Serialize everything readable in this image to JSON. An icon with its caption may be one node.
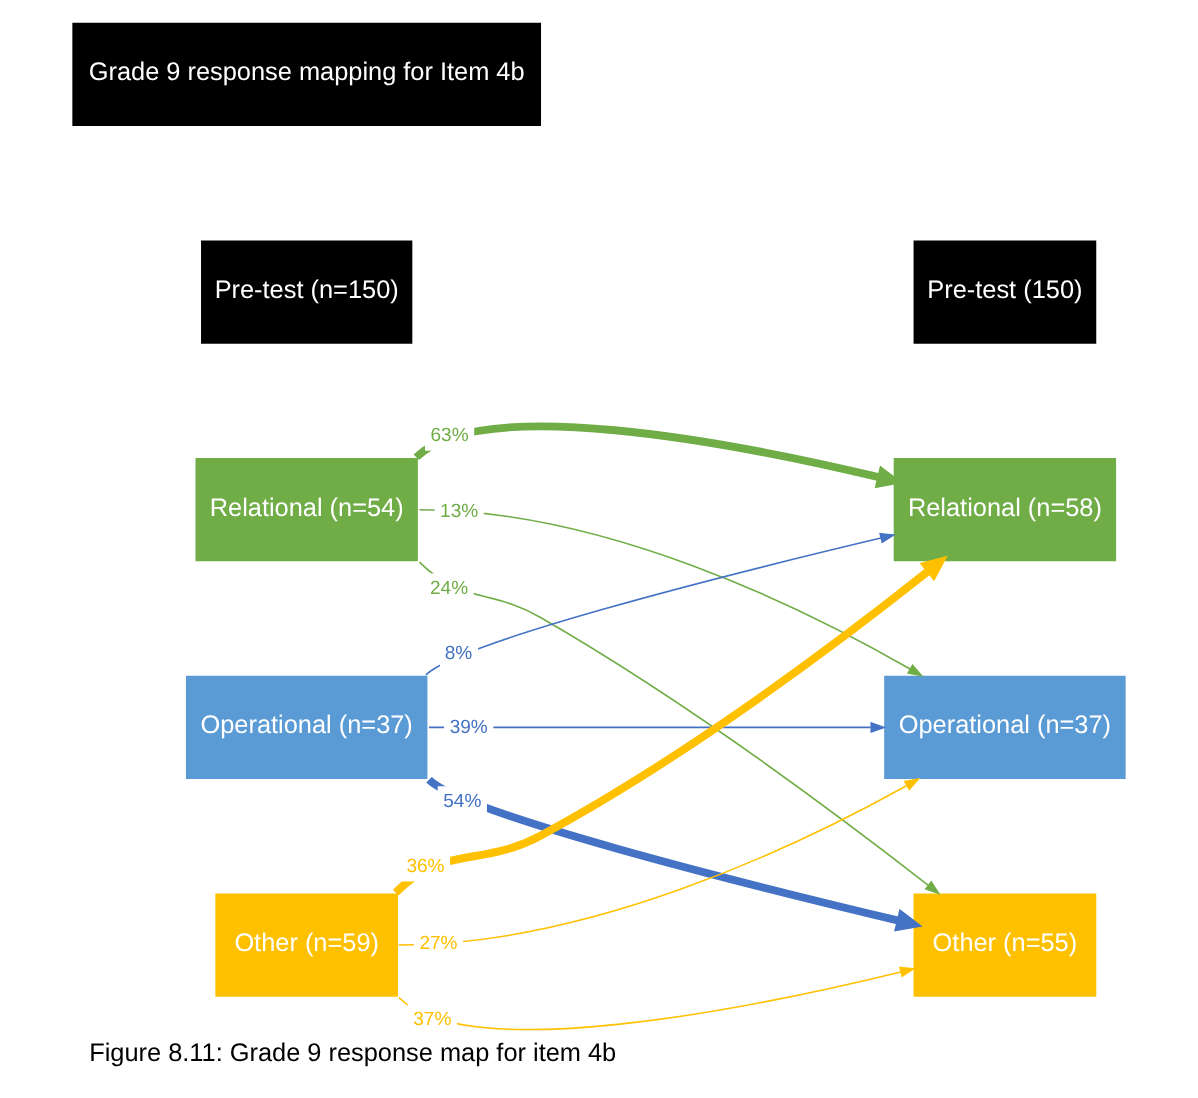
{
  "diagram": {
    "caption": "Figure 8.11: Grade 9 response map for item 4b",
    "nodes": [
      {
        "text": [
          "Grade 9 response mapping for Item 4b"
        ]
      },
      {
        "text": [
          "Pre-test (n=150)"
        ]
      },
      {
        "text": [
          "Pre-test (150)"
        ]
      },
      {
        "text": [
          "Relational (n=54)"
        ]
      },
      {
        "text": [
          "Operational (n=37)"
        ]
      },
      {
        "text": [
          "Other (n=59)"
        ]
      },
      {
        "text": [
          "Relational (n=58)"
        ]
      },
      {
        "text": [
          "Operational (n=37)"
        ]
      },
      {
        "text": [
          "Other (n=55)"
        ]
      }
    ],
    "edges": [
      {
        "from": 3,
        "to": 6,
        "arrow": "to",
        "label": "63%",
        "style": "thick",
        "color": "#70ad47"
      },
      {
        "from": 3,
        "to": 7,
        "arrow": "to",
        "label": "13%",
        "color": "#70ad47"
      },
      {
        "from": 3,
        "to": 8,
        "arrow": "to",
        "label": "24%",
        "color": "#70ad47"
      },
      {
        "from": 4,
        "to": 6,
        "arrow": "to",
        "label": "8%",
        "color": "#4472c4"
      },
      {
        "from": 4,
        "to": 7,
        "arrow": "to",
        "label": "39%",
        "color": "#4472c4"
      },
      {
        "from": 4,
        "to": 8,
        "arrow": "to",
        "label": "54%",
        "style": "thick",
        "color": "#4472c4"
      },
      {
        "from": 5,
        "to": 6,
        "arrow": "to",
        "label": "36%",
        "style": "thick",
        "color": "#ffc000"
      },
      {
        "from": 5,
        "to": 7,
        "arrow": "to",
        "label": "27%",
        "color": "#ffc000"
      },
      {
        "from": 5,
        "to": 8,
        "arrow": "to",
        "label": "37%",
        "color": "#ffc000"
      }
    ]
  }
}
